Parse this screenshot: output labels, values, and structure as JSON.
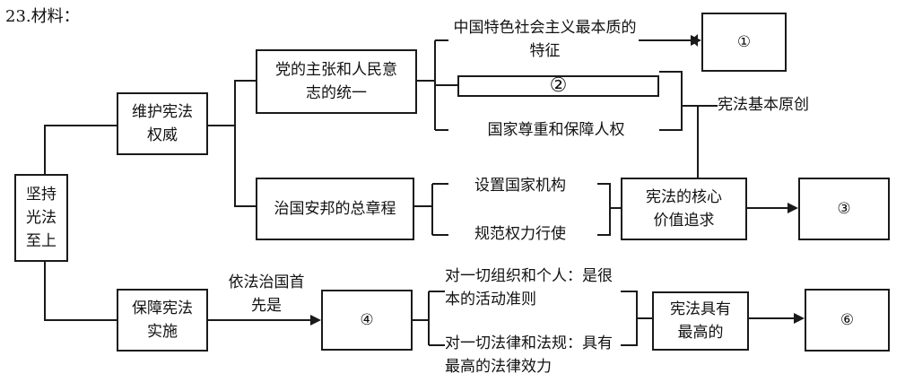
{
  "title": "23.材料：",
  "nodes": {
    "root": "坚持光法至上",
    "weihu": "维护宪法权威",
    "baozhang": "保障宪法实施",
    "zhuzhang": "党的主张和人民意志的统一",
    "zhiguo": "治国安邦的总章程",
    "teshi": "中国特色社会主义最本质的特征",
    "blank2": "②",
    "renquan": "国家尊重和保障人权",
    "jigou": "设置国家机构",
    "quanli": "规范权力行使",
    "hexin": "宪法的核心价值追求",
    "yuanze": "宪法基本原创",
    "ans1": "①",
    "ans3": "③",
    "yifa": "依法治国首先是",
    "ans4": "④",
    "zhunze": "对一切组织和个人：是很本的活动准则",
    "xiaoli": "对一切法律和法规：具有最高的法律效力",
    "zuigao": "宪法具有最高的",
    "ans6": "⑥"
  }
}
